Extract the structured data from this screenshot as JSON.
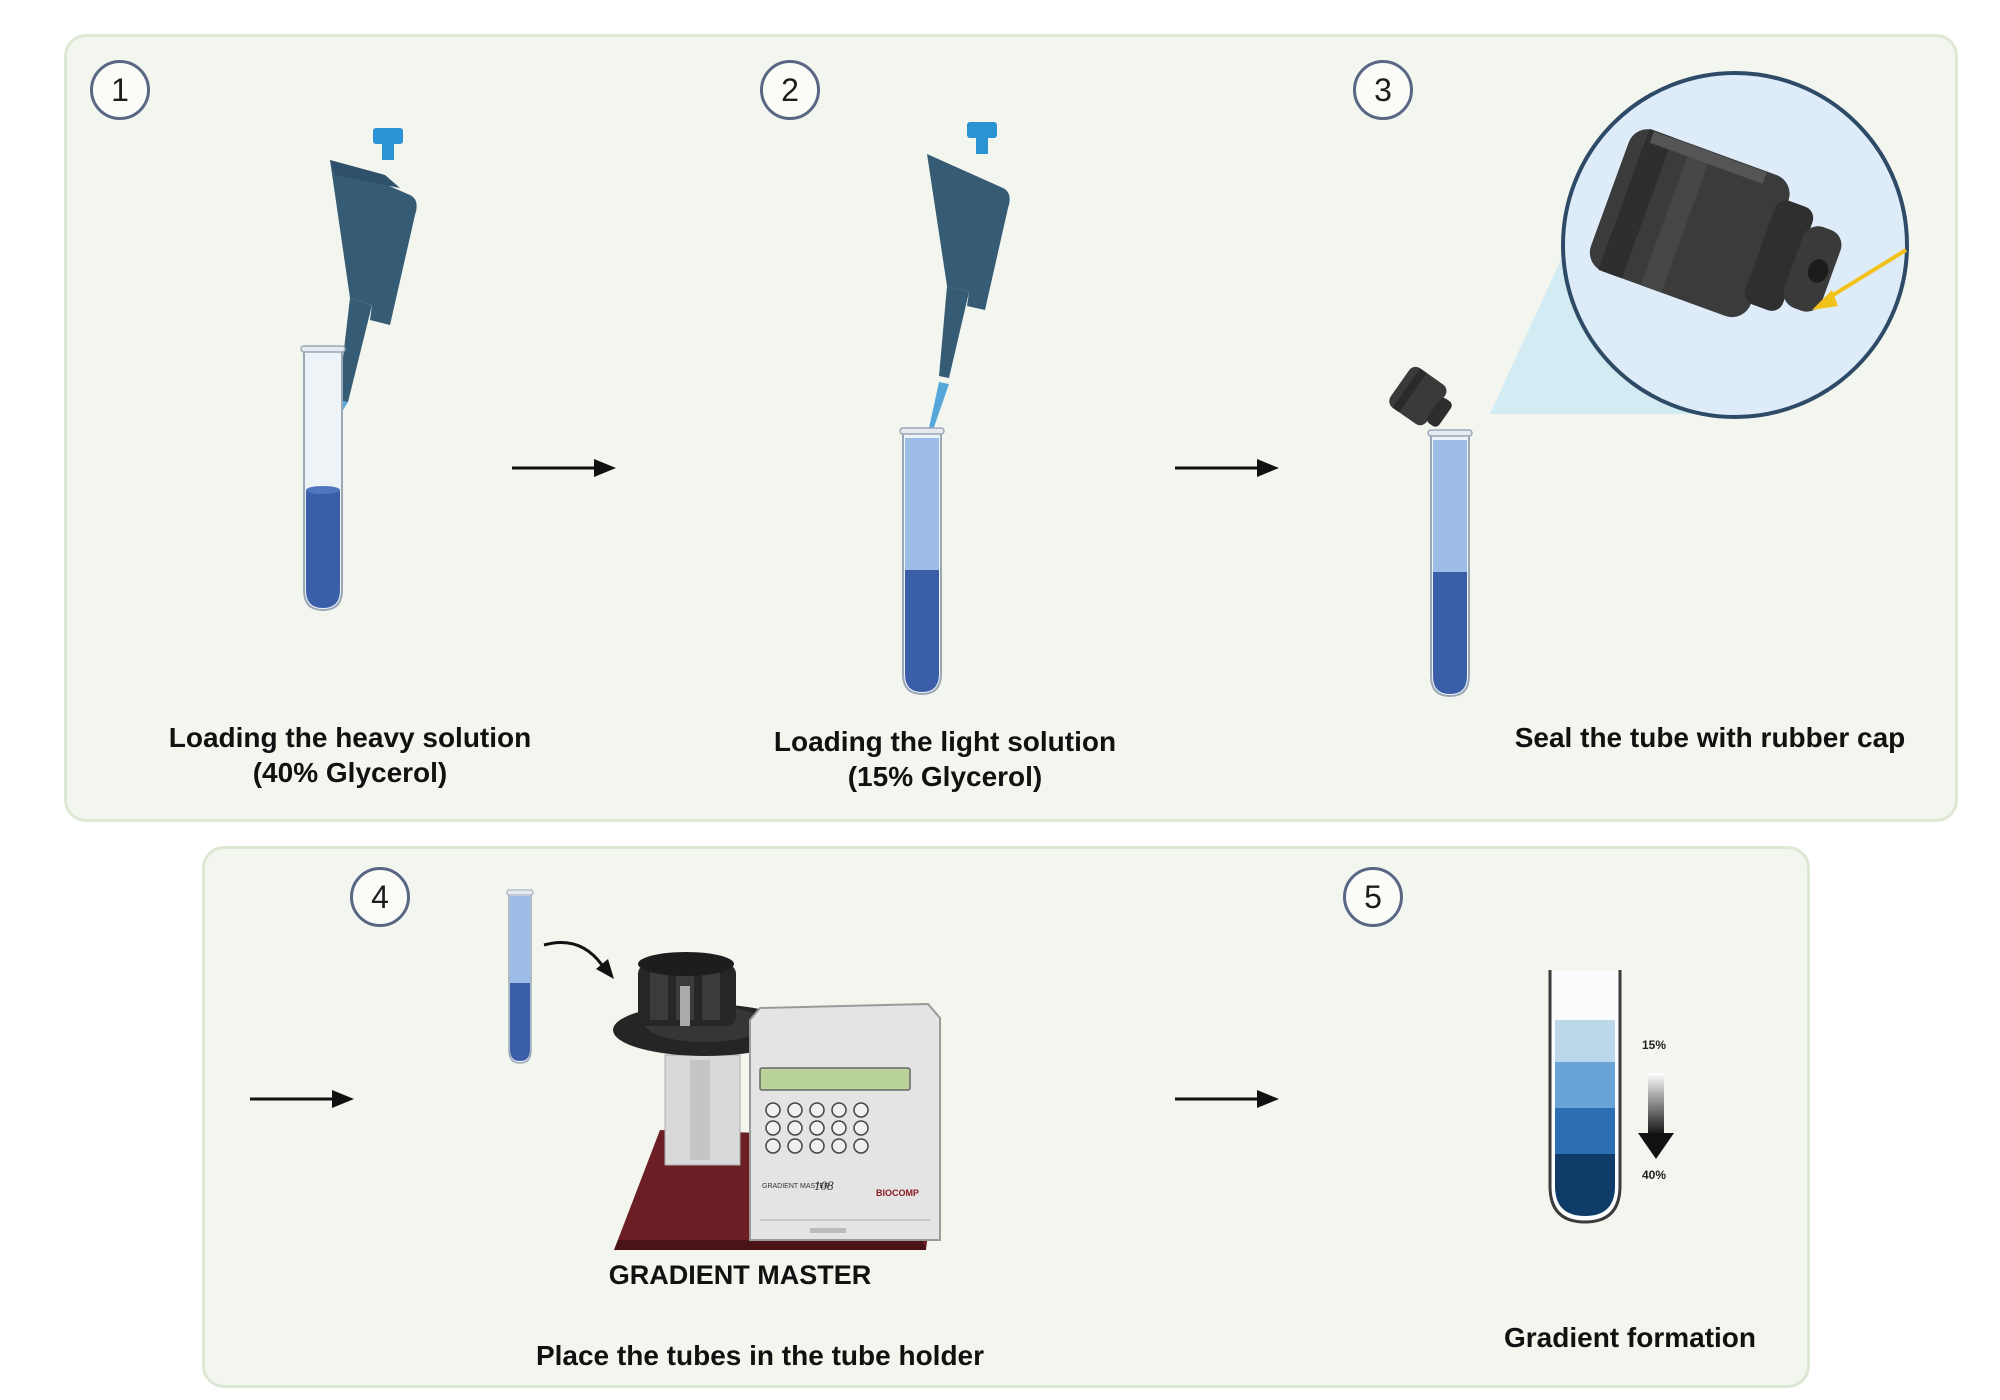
{
  "steps": [
    {
      "number": "1",
      "caption_line1": "Loading the heavy solution",
      "caption_line2": "(40% Glycerol)"
    },
    {
      "number": "2",
      "caption_line1": "Loading the light solution",
      "caption_line2": "(15% Glycerol)"
    },
    {
      "number": "3",
      "caption_line1": "Seal the tube with rubber cap"
    },
    {
      "number": "4",
      "caption_line1": "Place the tubes in the tube holder",
      "device_label": "GRADIENT MASTER"
    },
    {
      "number": "5",
      "caption_line1": "Gradient formation",
      "top_percent": "15%",
      "bottom_percent": "40%"
    }
  ],
  "device_panel": {
    "brand_text": "BIOCOMP",
    "model_text": "108",
    "model_name_text": "GRADIENT MASTER"
  },
  "colors": {
    "panel_background": "#f3f5ef",
    "pipette": "#365b75",
    "pipette_plunger": "#2a94d2",
    "heavy_solution": "#3a5fa8",
    "light_solution": "#9dbce6",
    "gradient_layers": [
      "#bcd6ea",
      "#6aa4d7",
      "#2c6fb2",
      "#0e3b68"
    ],
    "badge_border": "#5a6784",
    "highlight_arrow": "#f2c21b"
  }
}
